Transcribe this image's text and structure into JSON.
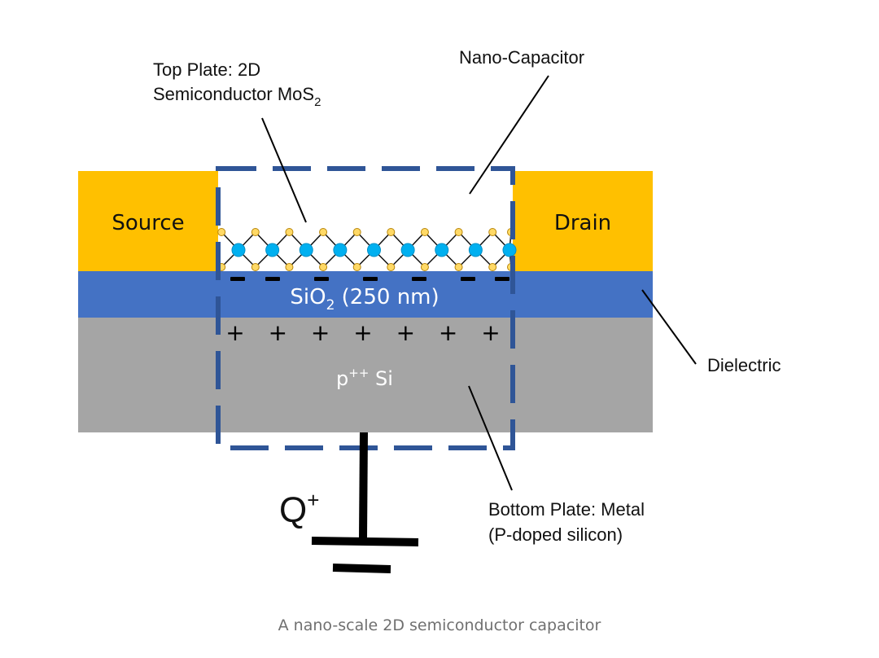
{
  "figure": {
    "caption": "A nano-scale 2D semiconductor capacitor",
    "colors": {
      "electrode": "#FFC000",
      "dielectric": "#4472C4",
      "substrate": "#A5A5A5",
      "dashed_box": "#2F5597",
      "molybdenum_atom": "#00B0F0",
      "sulfur_atom": "#FFD966",
      "text": "#111111",
      "caption": "#707070"
    },
    "regions": {
      "source": "Source",
      "drain": "Drain",
      "dielectric_base": "SiO",
      "dielectric_sub": "2",
      "dielectric_rest": " (250 nm)",
      "substrate_base": "p",
      "substrate_sup": "++",
      "substrate_rest": " Si"
    },
    "annotations": {
      "top_plate_line1": "Top Plate: 2D",
      "top_plate_line2": "Semiconductor MoS",
      "top_plate_sub": "2",
      "nano_capacitor": "Nano-Capacitor",
      "dielectric": "Dielectric",
      "bottom_plate_line1": "Bottom Plate: Metal",
      "bottom_plate_line2": "(P-doped silicon)",
      "charge_base": "Q",
      "charge_sup": "+"
    },
    "charges": {
      "negative_symbol": "−",
      "negative_count": 7,
      "positive_symbol": "+",
      "positive_count": 7
    },
    "lattice": {
      "molybdenum_count": 9
    }
  }
}
